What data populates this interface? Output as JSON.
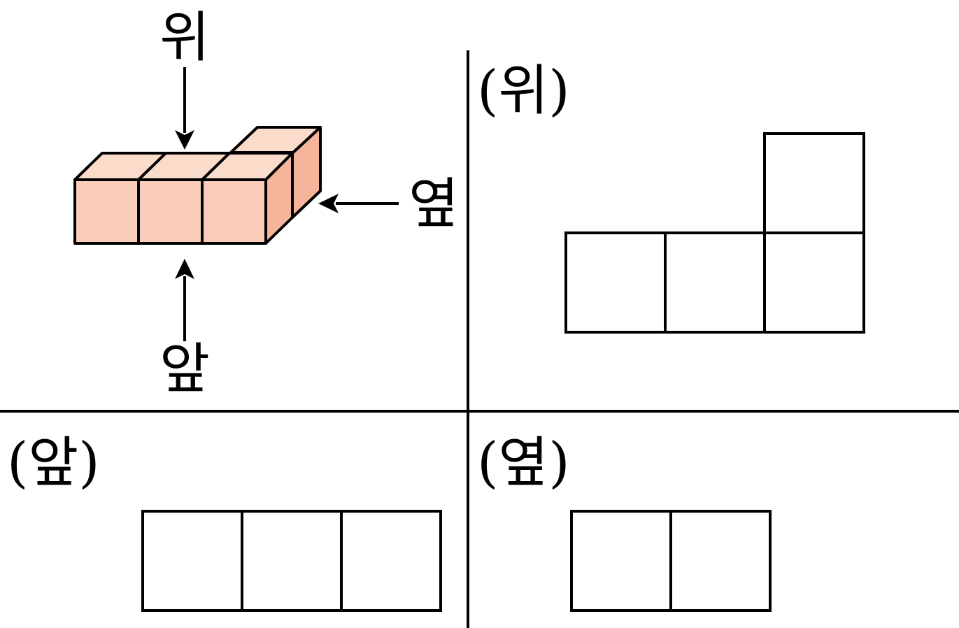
{
  "labels": {
    "direction_top": "위",
    "direction_side": "옆",
    "direction_front": "앞",
    "view_top": "(위)",
    "view_front": "(앞)",
    "view_side": "(옆)"
  },
  "colors": {
    "cube_front": "#f9cdb8",
    "cube_top": "#fbdccb",
    "cube_side": "#f6b59a",
    "line": "#000000"
  }
}
